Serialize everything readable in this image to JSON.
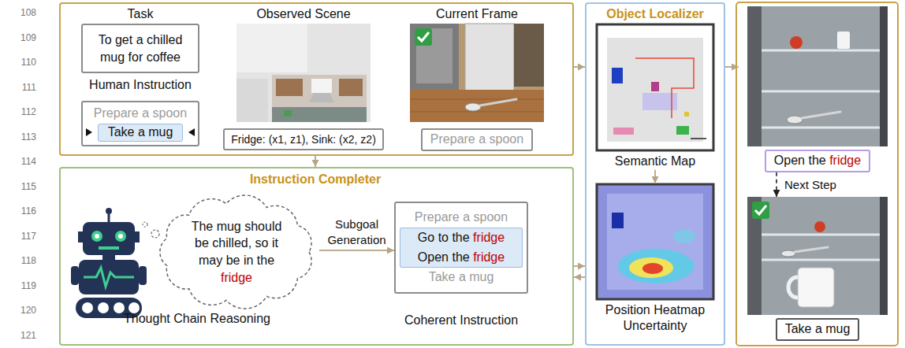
{
  "diagram": {
    "nodes": [
      {
        "text": [
          "Task",
          "Observed Scene",
          "Current Frame"
        ]
      },
      {
        "text": [
          "To get a chilled mug for coffee",
          "Human Instruction"
        ],
        "in": 0
      },
      {
        "text": [
          "Prepare a spoon",
          "Take a mug"
        ],
        "in": 0
      },
      {
        "text": [
          "Fridge: (x1, z1), Sink: (x2, z2)"
        ],
        "in": 0
      },
      {
        "text": [
          "Prepare a spoon"
        ],
        "in": 0
      },
      {
        "text": [
          "Instruction Completer"
        ]
      },
      {
        "text": [
          "The mug should be chilled, so it may be in the fridge"
        ],
        "in": 5
      },
      {
        "text": [
          "Prepare a spoon",
          "Go to the fridge",
          "Open the fridge",
          "Take a mug",
          "Coherent Instruction"
        ],
        "in": 5
      },
      {
        "text": [
          "Object Localizer"
        ]
      },
      {
        "text": [
          "Semantic Map"
        ],
        "in": 8
      },
      {
        "text": [
          "Position Heatmap Uncertainty"
        ],
        "in": 8
      },
      {
        "text": [
          "Open the fridge"
        ]
      },
      {
        "text": [
          "Take a mug"
        ]
      }
    ],
    "edges": [
      {
        "from": 0,
        "to": 5,
        "arrow": "to"
      },
      {
        "from": 0,
        "to": 8,
        "arrow": "to"
      },
      {
        "from": 5,
        "to": 8,
        "arrow": "to"
      },
      {
        "from": 8,
        "to": 5,
        "arrow": "to"
      },
      {
        "from": 6,
        "to": 7,
        "label": "Subgoal Generation",
        "arrow": "to"
      },
      {
        "from": 9,
        "to": 10,
        "arrow": "to"
      },
      {
        "from": 8,
        "to": 11,
        "arrow": "to"
      },
      {
        "from": 11,
        "to": 12,
        "label": "Next Step",
        "arrow": "to"
      }
    ],
    "labels": [
      "108",
      "109",
      "110",
      "111",
      "112",
      "113",
      "114",
      "115",
      "116",
      "117",
      "118",
      "119",
      "120",
      "121",
      "Thought Chain Reasoning"
    ]
  }
}
